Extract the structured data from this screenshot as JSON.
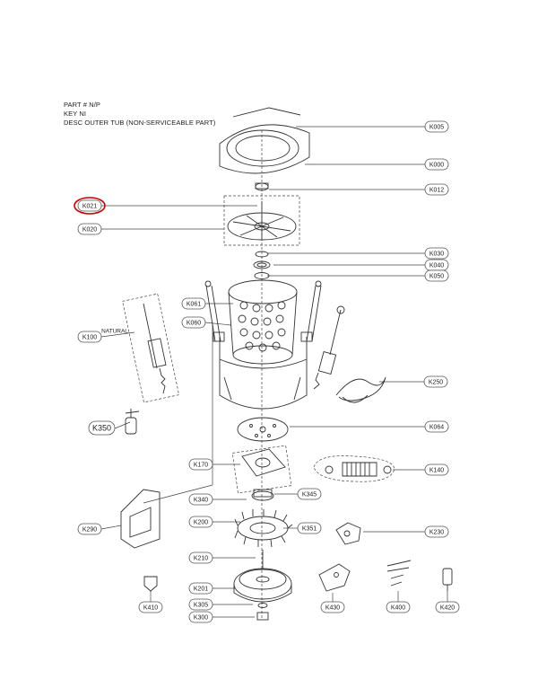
{
  "header": {
    "line1": "PART # N/P",
    "line2": "KEY NI",
    "line3": "DESC OUTER TUB (NON-SERVICEABLE PART)"
  },
  "labels": {
    "k005": "K005",
    "k000": "K000",
    "k012": "K012",
    "k021": "K021",
    "k020": "K020",
    "k030": "K030",
    "k040": "K040",
    "k050": "K050",
    "k061": "K061",
    "k060": "K060",
    "k100": "K100",
    "natural": "NATURAL",
    "k250": "K250",
    "k350": "K350",
    "k064": "K064",
    "k170": "K170",
    "k140": "K140",
    "k340": "K340",
    "k345": "K345",
    "k290": "K290",
    "k200": "K200",
    "k351": "K351",
    "k230": "K230",
    "k210": "K210",
    "k201": "K201",
    "k410": "K410",
    "k305": "K305",
    "k300": "K300",
    "k430": "K430",
    "k400": "K400",
    "k420": "K420"
  },
  "colors": {
    "highlight": "#cc0000",
    "line": "#333333"
  }
}
